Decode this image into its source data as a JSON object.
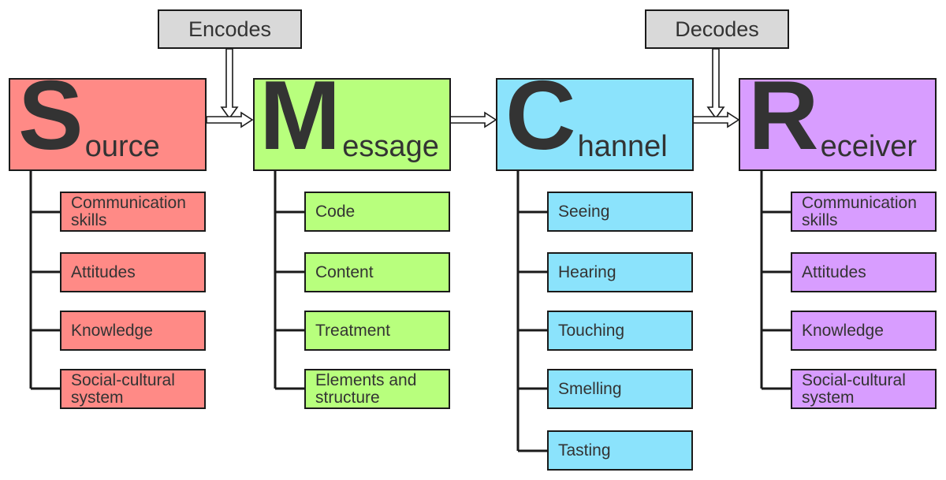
{
  "encodes_label": "Encodes",
  "decodes_label": "Decodes",
  "columns": [
    {
      "initial": "S",
      "rest": "ource",
      "color": "#ff8a86",
      "items": [
        "Communication skills",
        "Attitudes",
        "Knowledge",
        "Social-cultural system"
      ]
    },
    {
      "initial": "M",
      "rest": "essage",
      "color": "#b8ff7d",
      "items": [
        "Code",
        "Content",
        "Treatment",
        "Elements and structure"
      ]
    },
    {
      "initial": "C",
      "rest": "hannel",
      "color": "#8be3fc",
      "items": [
        "Seeing",
        "Hearing",
        "Touching",
        "Smelling",
        "Tasting"
      ]
    },
    {
      "initial": "R",
      "rest": "eceiver",
      "color": "#d89dff",
      "items": [
        "Communication skills",
        "Attitudes",
        "Knowledge",
        "Social-cultural system"
      ]
    }
  ]
}
